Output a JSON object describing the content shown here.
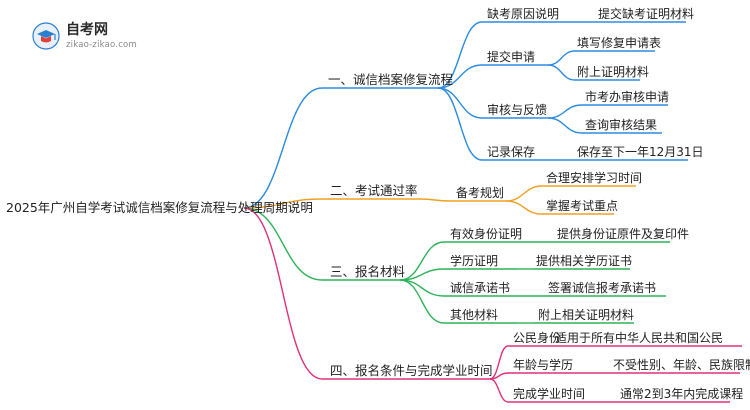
{
  "logo": {
    "name_cn": "自考网",
    "name_en": "zikao-zikao.com"
  },
  "mindmap": {
    "root": "2025年广州自学考试诚信档案修复流程与处理周期说明",
    "branches": [
      {
        "label": "一、诚信档案修复流程",
        "color": "#2b8be0",
        "children": [
          {
            "label": "缺考原因说明",
            "children": [
              "提交缺考证明材料"
            ]
          },
          {
            "label": "提交申请",
            "children": [
              "填写修复申请表",
              "附上证明材料"
            ]
          },
          {
            "label": "审核与反馈",
            "children": [
              "市考办审核申请",
              "查询审核结果"
            ]
          },
          {
            "label": "记录保存",
            "children": [
              "保存至下一年12月31日"
            ]
          }
        ]
      },
      {
        "label": "二、考试通过率",
        "color": "#f0a020",
        "children": [
          {
            "label": "备考规划",
            "children": [
              "合理安排学习时间",
              "掌握考试重点"
            ]
          }
        ]
      },
      {
        "label": "三、报名材料",
        "color": "#2fb35a",
        "children": [
          {
            "label": "有效身份证明",
            "children": [
              "提供身份证原件及复印件"
            ]
          },
          {
            "label": "学历证明",
            "children": [
              "提供相关学历证书"
            ]
          },
          {
            "label": "诚信承诺书",
            "children": [
              "签署诚信报考承诺书"
            ]
          },
          {
            "label": "其他材料",
            "children": [
              "附上相关证明材料"
            ]
          }
        ]
      },
      {
        "label": "四、报名条件与完成学业时间",
        "color": "#e0307a",
        "children": [
          {
            "label": "公民身份",
            "children": [
              "适用于所有中华人民共和国公民"
            ]
          },
          {
            "label": "年龄与学历",
            "children": [
              "不受性别、年龄、民族限制"
            ]
          },
          {
            "label": "完成学业时间",
            "children": [
              "通常2到3年内完成课程"
            ]
          }
        ]
      }
    ]
  }
}
